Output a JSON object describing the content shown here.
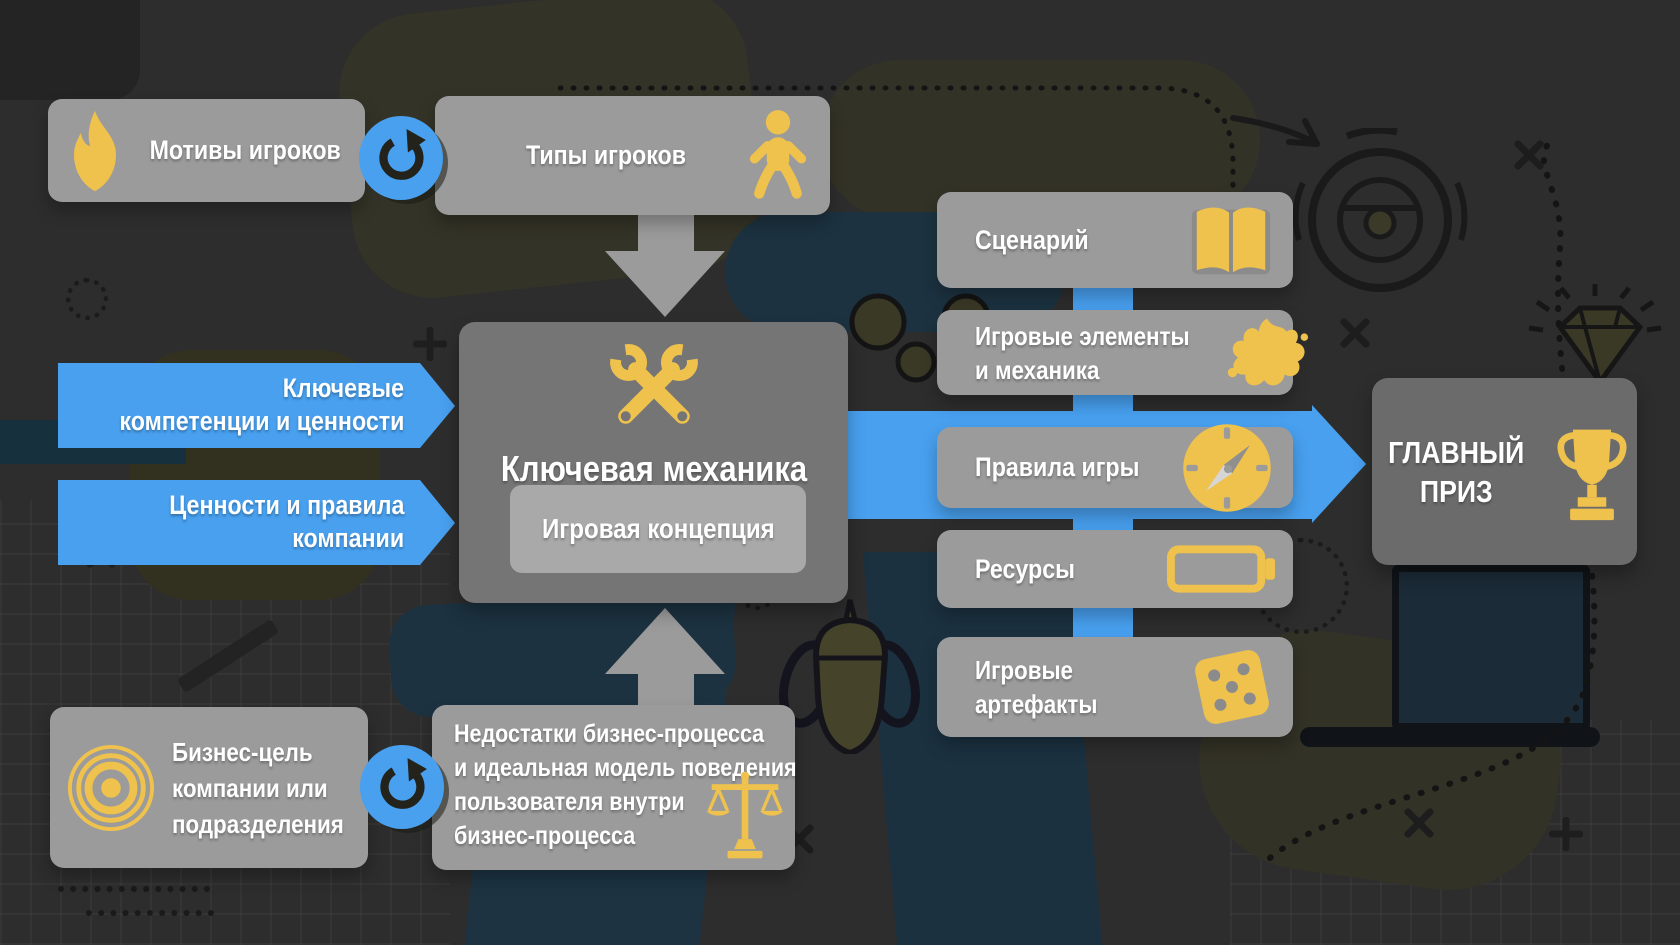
{
  "palette": {
    "background": "#2d2d2d",
    "box_gray": "#9b9b9b",
    "box_dark_gray": "#757575",
    "box_light_gray": "#a9a9a9",
    "prize_gray": "#6b6b6b",
    "accent_blue": "#48a0ef",
    "accent_yellow": "#efc14d",
    "text": "#ffffff"
  },
  "nodes": {
    "motives": {
      "label": "Мотивы игроков",
      "icon": "flame-icon"
    },
    "types": {
      "label": "Типы игроков",
      "icon": "baby-icon"
    },
    "mechanic": {
      "title": "Ключевая механика",
      "concept": "Игровая концепция",
      "icon": "wrenches-icon"
    },
    "goal": {
      "line1": "Бизнес-цель",
      "line2": "компании или",
      "line3": "подразделения",
      "icon": "target-icon"
    },
    "process": {
      "line1": "Недостатки бизнес-процесса",
      "line2": "и идеальная модель поведения",
      "line3": "пользователя внутри",
      "line4": "бизнес-процесса",
      "icon": "scales-icon"
    },
    "prize": {
      "line1": "ГЛАВНЫЙ",
      "line2": "ПРИЗ",
      "icon": "trophy-icon"
    }
  },
  "banners": {
    "competencies": {
      "line1": "Ключевые",
      "line2": "компетенции и ценности"
    },
    "values": {
      "line1": "Ценности и правила",
      "line2": "компании"
    }
  },
  "chain": {
    "scenario": {
      "label": "Сценарий",
      "icon": "book-icon"
    },
    "elements": {
      "line1": "Игровые элементы",
      "line2": "и механика",
      "icon": "splat-icon"
    },
    "rules": {
      "label": "Правила игры",
      "icon": "compass-icon"
    },
    "resources": {
      "label": "Ресурсы",
      "icon": "battery-icon"
    },
    "artifacts": {
      "line1": "Игровые",
      "line2": "артефакты",
      "icon": "dice-icon"
    }
  },
  "decor_icons": [
    "refresh-icon",
    "steering-wheel-icon",
    "gem-icon",
    "laptop-icon",
    "trophy-doodle-icon",
    "pencil-icon"
  ]
}
